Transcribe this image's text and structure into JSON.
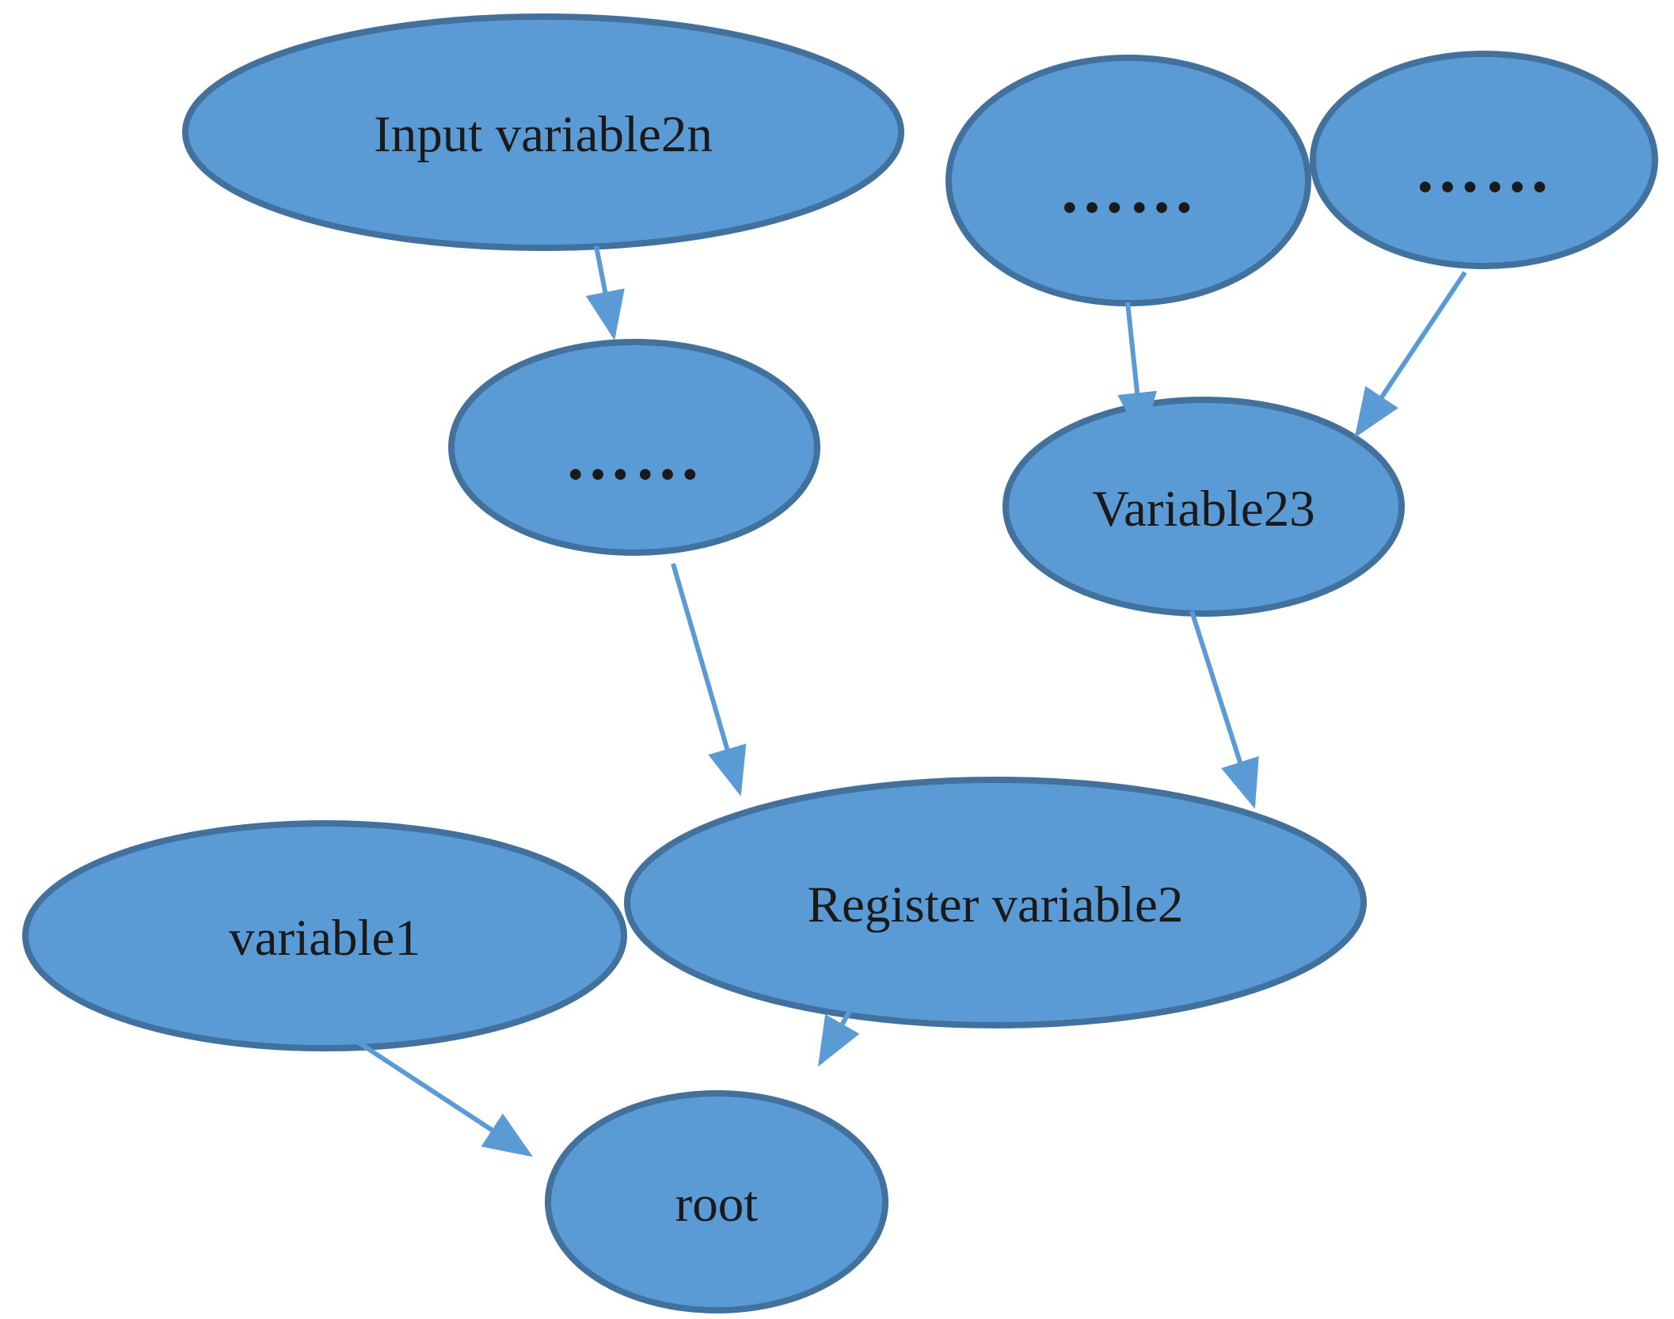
{
  "diagram": {
    "type": "directed-graph",
    "background": "#FFFFFF",
    "colors": {
      "node_fill": "#5B9BD5",
      "node_border": "#41719C",
      "arrow": "#5B9BD5",
      "text": "#1A1A1A"
    },
    "nodes": [
      {
        "id": "input-variable2n",
        "label": "Input variable2n"
      },
      {
        "id": "dots-top-left",
        "label": "……"
      },
      {
        "id": "dots-top-right",
        "label": "……"
      },
      {
        "id": "dots-middle",
        "label": "……"
      },
      {
        "id": "variable23",
        "label": "Variable23"
      },
      {
        "id": "register-variable2",
        "label": "Register variable2"
      },
      {
        "id": "variable1",
        "label": "variable1"
      },
      {
        "id": "root",
        "label": "root"
      }
    ],
    "edges": [
      {
        "from": "input-variable2n",
        "to": "dots-middle"
      },
      {
        "from": "dots-top-left",
        "to": "variable23"
      },
      {
        "from": "dots-top-right",
        "to": "variable23"
      },
      {
        "from": "dots-middle",
        "to": "register-variable2"
      },
      {
        "from": "variable23",
        "to": "register-variable2"
      },
      {
        "from": "register-variable2",
        "to": "root"
      },
      {
        "from": "variable1",
        "to": "root"
      }
    ]
  }
}
